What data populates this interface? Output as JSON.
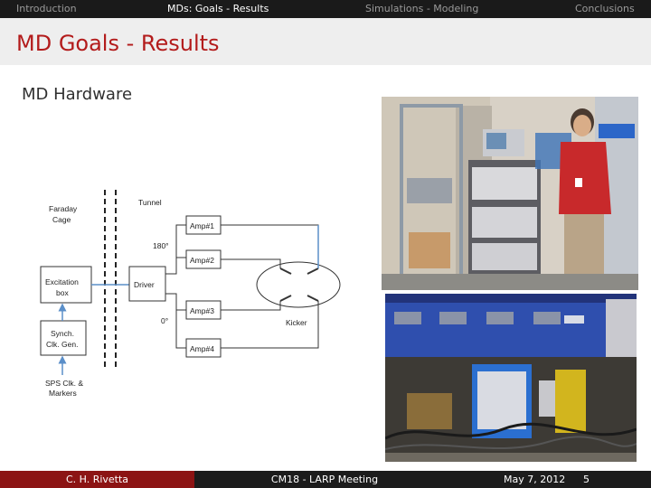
{
  "nav": {
    "items": [
      "Introduction",
      "MDs: Goals - Results",
      "Simulations - Modeling",
      "Conclusions"
    ],
    "active_index": 1
  },
  "slide": {
    "title": "MD Goals - Results",
    "subtitle": "MD Hardware"
  },
  "diagram": {
    "faraday_cage": [
      "Faraday",
      "Cage"
    ],
    "tunnel": "Tunnel",
    "excitation_box": [
      "Excitation",
      "box"
    ],
    "synch_gen": [
      "Synch.",
      "Clk. Gen."
    ],
    "sps_clk": [
      "SPS Clk. &",
      "Markers"
    ],
    "driver": "Driver",
    "angle_180": "180°",
    "angle_0": "0°",
    "amps": [
      "Amp#1",
      "Amp#2",
      "Amp#3",
      "Amp#4"
    ],
    "kicker": "Kicker"
  },
  "footer": {
    "author": "C. H. Rivetta",
    "event": "CM18 - LARP Meeting",
    "date": "May 7, 2012",
    "page": "5"
  }
}
